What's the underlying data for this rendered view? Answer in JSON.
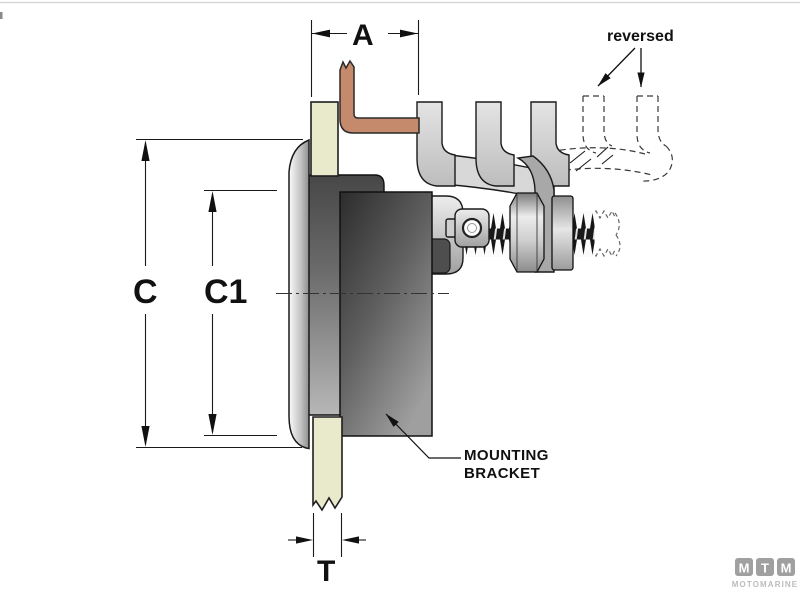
{
  "diagram": {
    "dimensions": {
      "a": "A",
      "c": "C",
      "c1": "C1",
      "t": "T"
    },
    "annotations": {
      "reversed": "reversed",
      "mounting_bracket": {
        "line1": "MOUNTING",
        "line2": "BRACKET"
      }
    },
    "logo": {
      "letters": [
        "M",
        "T",
        "M"
      ],
      "name": "MOTOMARINE"
    },
    "colors": {
      "background": "#ffffff",
      "line": "#1a1a1a",
      "panel": "#e9e9cc",
      "copper": "#c5896b",
      "case_dark": "#474747",
      "case_light": "#b7b7b7",
      "bracket_dark": "#2c2c2c",
      "bracket_light": "#9f9f9f",
      "metal_light": "#d8d8d8",
      "logo_gray": "#a0a0a0"
    }
  }
}
